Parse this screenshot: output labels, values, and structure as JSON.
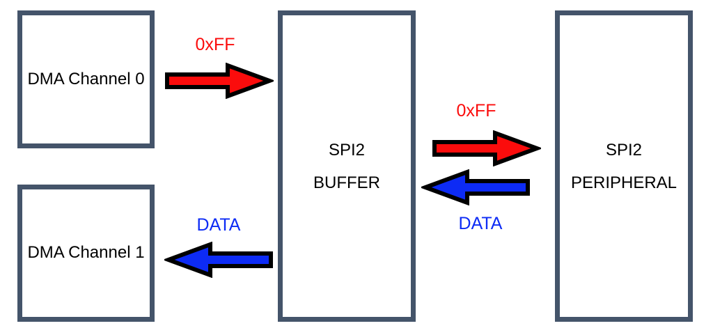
{
  "colors": {
    "background": "#FFFFFF",
    "box_border": "#44546A",
    "box_text": "#000000",
    "arrow_outline": "#000000",
    "red": "#FB0C0C",
    "blue": "#0D2BF5"
  },
  "nodes": {
    "dma0": {
      "label": "DMA Channel 0"
    },
    "dma1": {
      "label": "DMA Channel 1"
    },
    "buffer": {
      "line1": "SPI2",
      "line2": "BUFFER"
    },
    "peripheral": {
      "line1": "SPI2",
      "line2": "PERIPHERAL"
    }
  },
  "arrows": {
    "dma0_to_buffer": {
      "label": "0xFF",
      "color": "#FB0C0C",
      "direction": "right"
    },
    "buffer_to_peripheral": {
      "label": "0xFF",
      "color": "#FB0C0C",
      "direction": "right"
    },
    "peripheral_to_buffer": {
      "label": "DATA",
      "color": "#0D2BF5",
      "direction": "left"
    },
    "buffer_to_dma1": {
      "label": "DATA",
      "color": "#0D2BF5",
      "direction": "left"
    }
  }
}
